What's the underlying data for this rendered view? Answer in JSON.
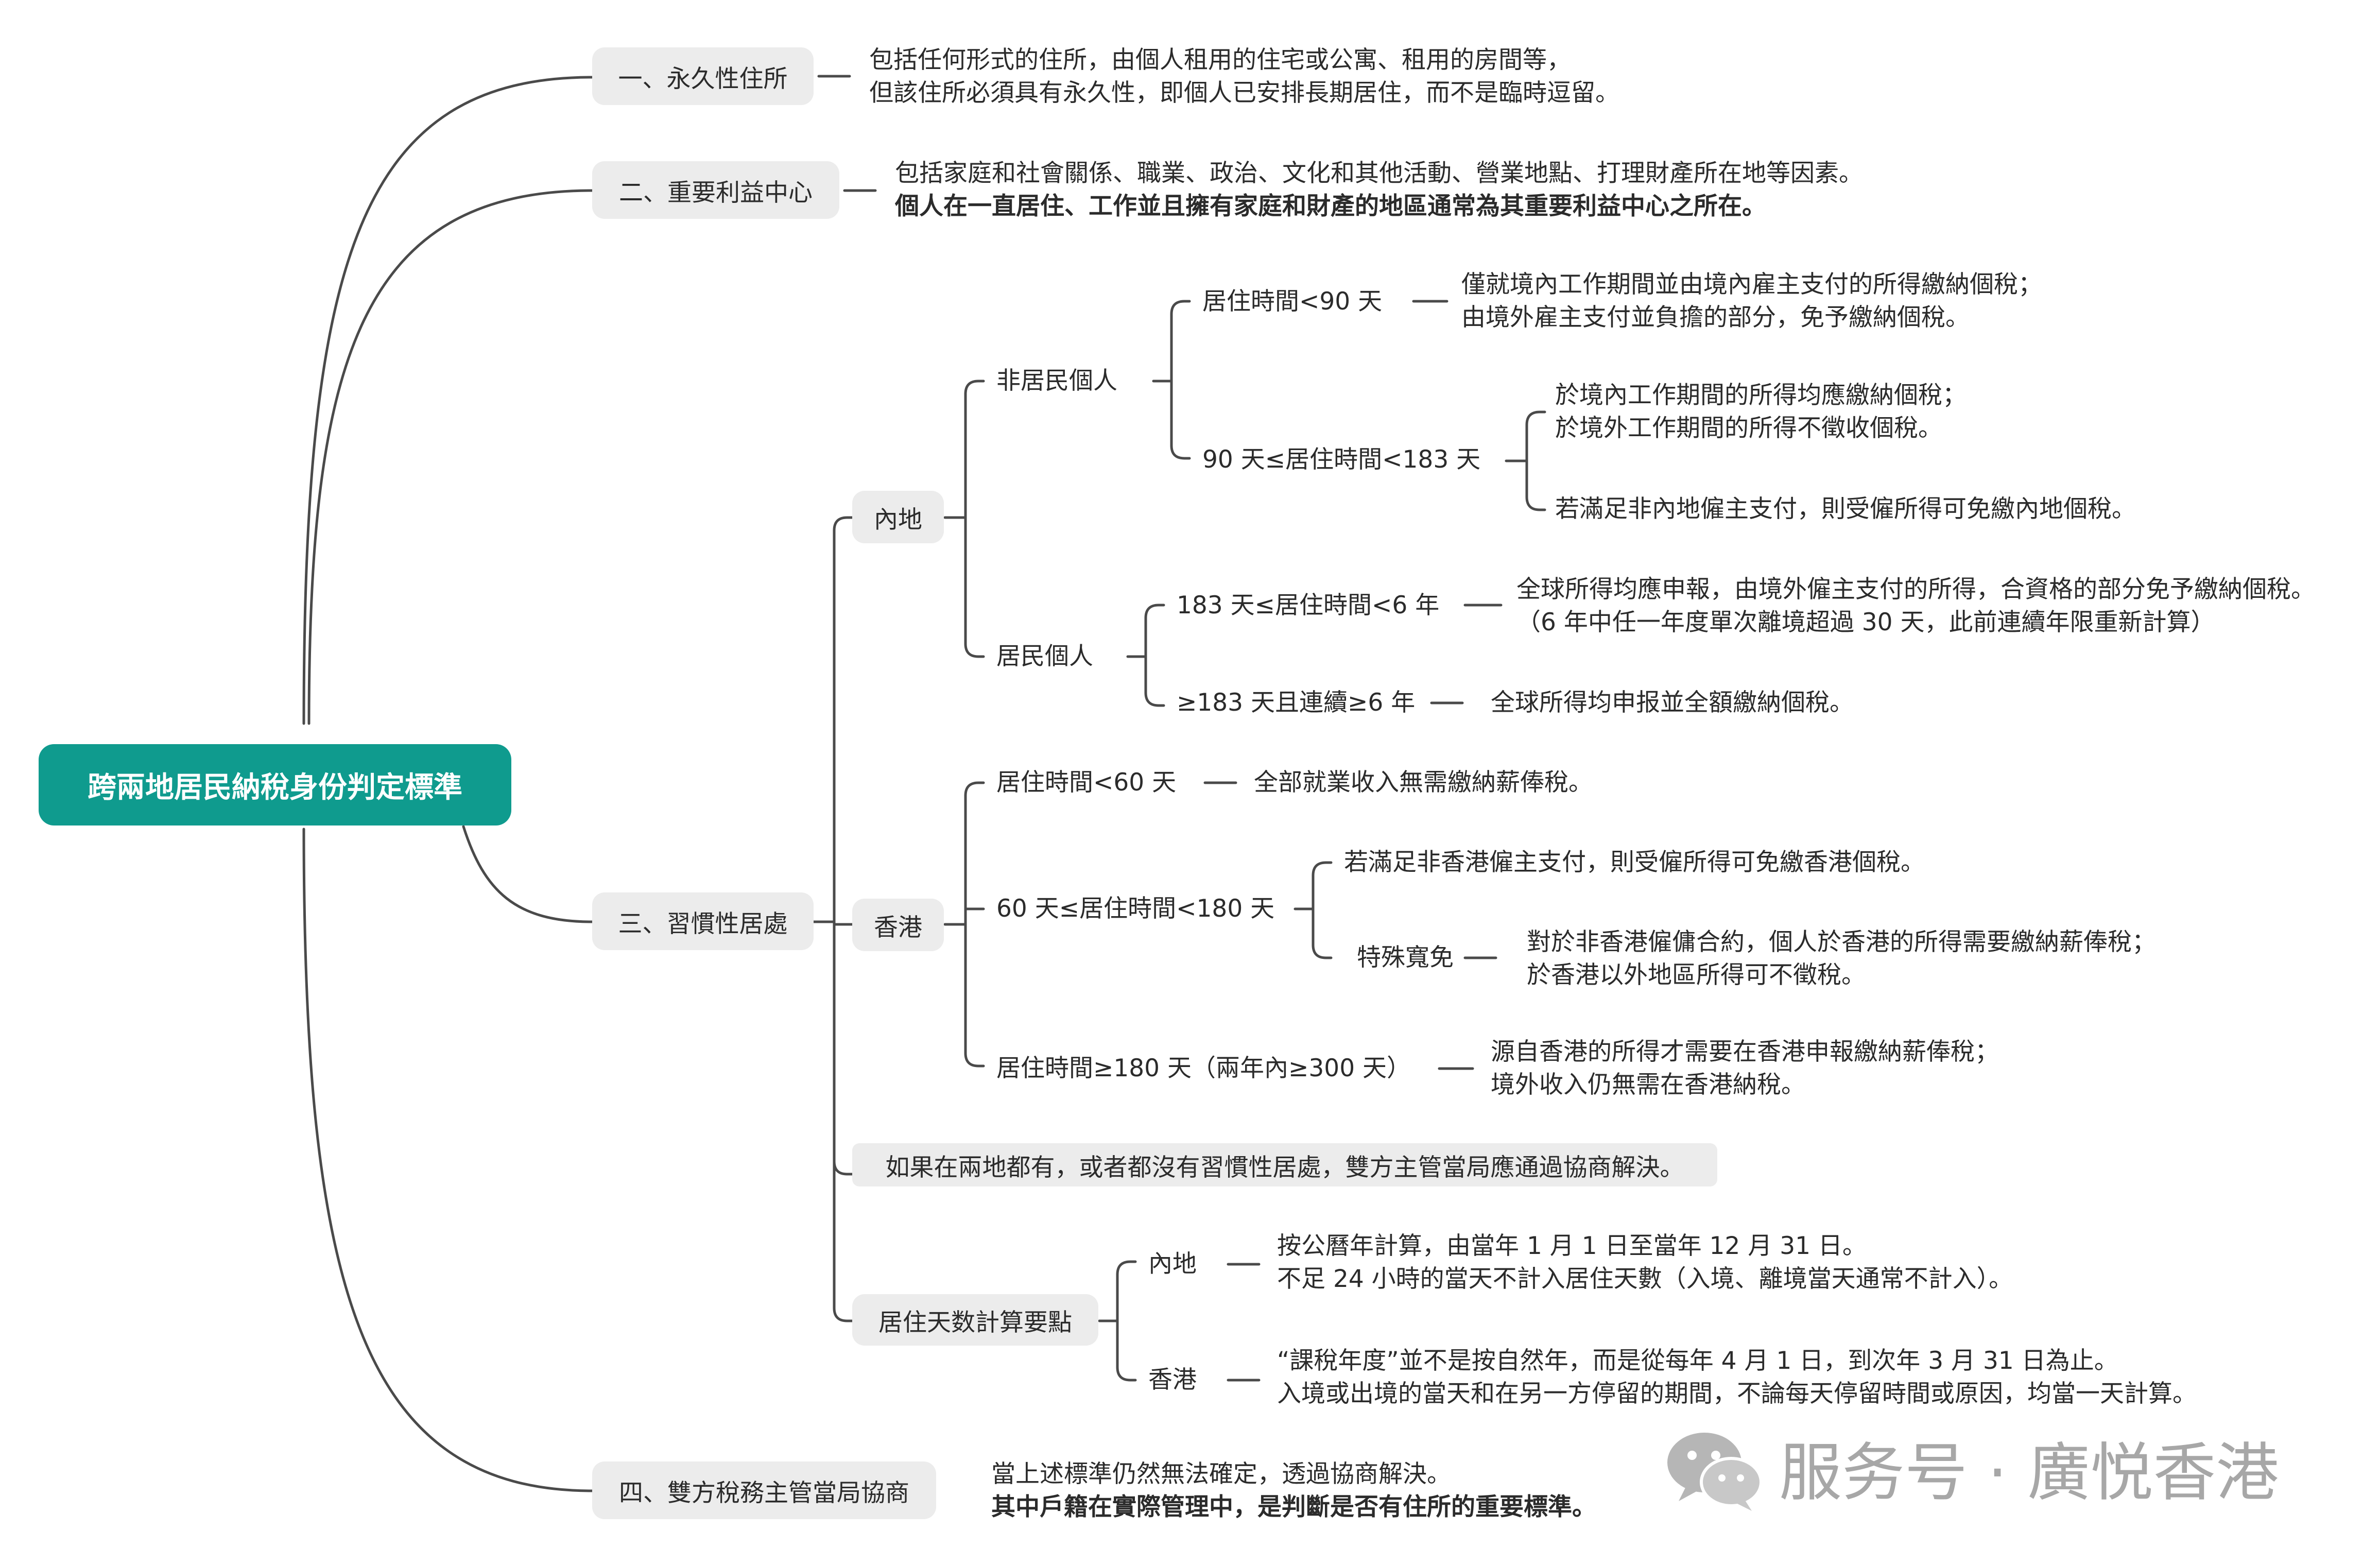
{
  "root": {
    "label": "跨兩地居民納稅身份判定標準",
    "color": "#0f9b8e"
  },
  "branches": {
    "b1": {
      "label": "一、永久性住所",
      "desc": [
        "包括任何形式的住所，由個人租用的住宅或公寓、租用的房間等，",
        "但該住所必須具有永久性，即個人已安排長期居住，而不是臨時逗留。"
      ]
    },
    "b2": {
      "label": "二、重要利益中心",
      "desc": [
        "包括家庭和社會關係、職業、政治、文化和其他活動、營業地點、打理財產所在地等因素。"
      ],
      "desc_bold": "個人在一直居住、工作並且擁有家庭和財產的地區通常為其重要利益中心之所在。"
    },
    "b3": {
      "label": "三、習慣性居處",
      "mainland": {
        "label": "內地",
        "nonresident": {
          "label": "非居民個人",
          "lt90": {
            "label": "居住時間<90 天",
            "desc": [
              "僅就境內工作期間並由境內雇主支付的所得繳納個稅；",
              "由境外雇主支付並負擔的部分，免予繳納個稅。"
            ]
          },
          "r90_183": {
            "label": "90 天≤居住時間<183 天",
            "desc_a": [
              "於境內工作期間的所得均應繳納個稅；",
              "於境外工作期間的所得不徵收個稅。"
            ],
            "desc_b": "若滿足非內地僱主支付，則受僱所得可免繳內地個稅。"
          }
        },
        "resident": {
          "label": "居民個人",
          "r183_6y": {
            "label": "183 天≤居住時間<6 年",
            "desc": [
              "全球所得均應申報，由境外僱主支付的所得，合資格的部分免予繳納個稅。",
              "（6 年中任一年度單次離境超過 30 天，此前連續年限重新計算）"
            ]
          },
          "ge183_6y": {
            "label": "≥183 天且連續≥6 年",
            "desc": "全球所得均申报並全額繳納個稅。"
          }
        }
      },
      "hongkong": {
        "label": "香港",
        "lt60": {
          "label": "居住時間<60 天",
          "desc": "全部就業收入無需繳納薪俸稅。"
        },
        "r60_180": {
          "label": "60 天≤居住時間<180 天",
          "desc_a": "若滿足非香港僱主支付，則受僱所得可免繳香港個稅。",
          "special": {
            "label": "特殊寬免",
            "desc": [
              "對於非香港僱傭合約，個人於香港的所得需要繳納薪俸稅；",
              "於香港以外地區所得可不徵稅。"
            ]
          }
        },
        "ge180": {
          "label": "居住時間≥180 天（兩年內≥300 天）",
          "desc": [
            "源自香港的所得才需要在香港申報繳納薪俸稅；",
            "境外收入仍無需在香港納稅。"
          ]
        }
      },
      "both_note": "如果在兩地都有，或者都沒有習慣性居處，雙方主管當局應通過協商解決。",
      "days": {
        "label": "居住天数計算要點",
        "mainland": {
          "label": "內地",
          "desc": [
            "按公曆年計算，由當年 1 月 1 日至當年 12 月 31 日。",
            "不足 24 小時的當天不計入居住天數（入境、離境當天通常不計入）。"
          ]
        },
        "hongkong": {
          "label": "香港",
          "desc": [
            "“課稅年度”並不是按自然年，而是從每年 4 月 1 日，到次年 3 月 31 日為止。",
            "入境或出境的當天和在另一方停留的期間，不論每天停留時間或原因，均當一天計算。"
          ]
        }
      }
    },
    "b4": {
      "label": "四、雙方稅務主管當局協商",
      "desc": "當上述標準仍然無法確定，透過協商解決。",
      "desc_bold": "其中戶籍在實際管理中，是判斷是否有住所的重要標準。"
    }
  },
  "watermark": {
    "text": "服务号 · 廣悦香港",
    "icon": "wechat-icon"
  },
  "colors": {
    "line": "#4a4a4a",
    "pill": "#ececec",
    "text": "#2b2b2b",
    "watermark": "#a7a7a7"
  }
}
